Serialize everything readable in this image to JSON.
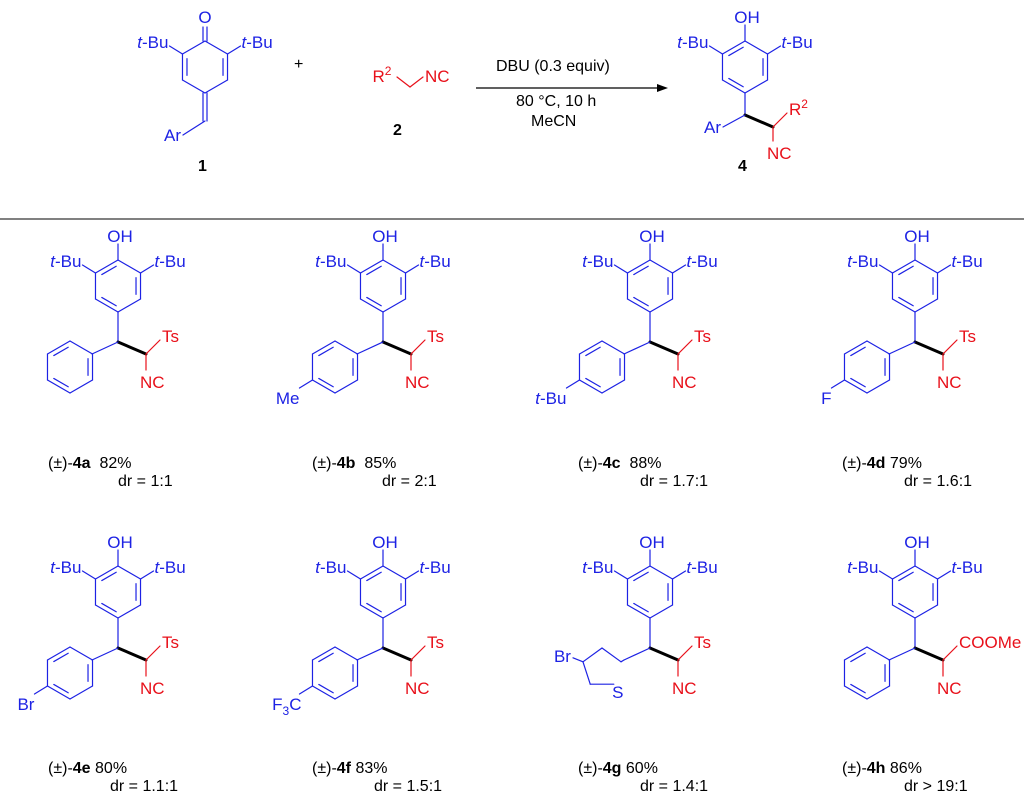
{
  "reaction": {
    "reactant1": {
      "number": "1",
      "labels": {
        "top": "O",
        "left": "t-Bu",
        "right": "t-Bu",
        "aryl": "Ar"
      }
    },
    "plus": "+",
    "reactant2": {
      "number": "2",
      "substituent": "R",
      "superscript": "2",
      "group": "NC"
    },
    "conditions": [
      "DBU (0.3 equiv)",
      "80 °C, 10 h",
      "MeCN"
    ],
    "product": {
      "number": "4",
      "labels": {
        "top": "OH",
        "left": "t-Bu",
        "right": "t-Bu",
        "aryl": "Ar",
        "substituent": "R",
        "superscript": "2",
        "group": "NC"
      }
    }
  },
  "products": [
    {
      "prefix": "(±)-",
      "id": "4a",
      "yield": "82%",
      "dr": "dr = 1:1",
      "aryl_sub": "",
      "ewg": "Ts"
    },
    {
      "prefix": "(±)-",
      "id": "4b",
      "yield": "85%",
      "dr": "dr = 2:1",
      "aryl_sub": "Me",
      "ewg": "Ts"
    },
    {
      "prefix": "(±)-",
      "id": "4c",
      "yield": "88%",
      "dr": "dr = 1.7:1",
      "aryl_sub": "t-Bu",
      "ewg": "Ts"
    },
    {
      "prefix": "(±)-",
      "id": "4d",
      "yield": "79%",
      "dr": "dr = 1.6:1",
      "aryl_sub": "F",
      "ewg": "Ts"
    },
    {
      "prefix": "(±)-",
      "id": "4e",
      "yield": "80%",
      "dr": "dr = 1.1:1",
      "aryl_sub": "Br",
      "ewg": "Ts"
    },
    {
      "prefix": "(±)-",
      "id": "4f",
      "yield": "83%",
      "dr": "dr = 1.5:1",
      "aryl_sub": "F3C",
      "ewg": "Ts"
    },
    {
      "prefix": "(±)-",
      "id": "4g",
      "yield": "60%",
      "dr": "dr = 1.4:1",
      "aryl_sub": "Br",
      "ewg": "Ts",
      "hetero": "S"
    },
    {
      "prefix": "(±)-",
      "id": "4h",
      "yield": "86%",
      "dr": "dr > 19:1",
      "aryl_sub": "",
      "ewg": "COOMe"
    }
  ],
  "common_labels": {
    "oh": "OH",
    "tbu": "t-Bu",
    "nc": "NC",
    "f3c_main": "F",
    "f3c_sub": "3",
    "f3c_tail": "C"
  },
  "colors": {
    "scaffold": "#1d22e4",
    "reagent": "#e8101a",
    "bonds": "#000000"
  }
}
